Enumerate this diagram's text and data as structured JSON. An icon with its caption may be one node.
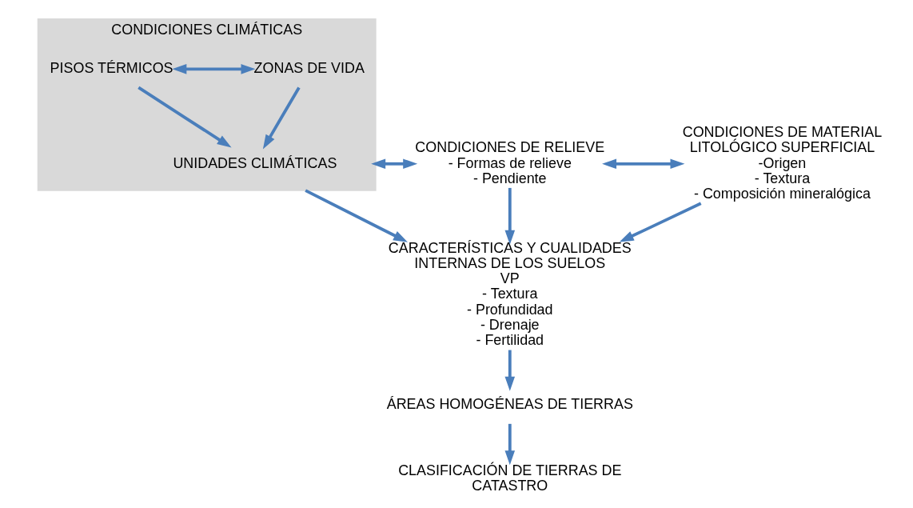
{
  "diagram": {
    "nodes": [
      {
        "text": [
          "CONDICIONES CLIMÁTICAS"
        ]
      },
      {
        "text": [
          "PISOS TÉRMICOS"
        ],
        "in": 0
      },
      {
        "text": [
          "ZONAS DE VIDA"
        ],
        "in": 0
      },
      {
        "text": [
          "UNIDADES CLIMÁTICAS"
        ],
        "in": 0
      },
      {
        "text": [
          "CONDICIONES DE RELIEVE",
          "- Formas de relieve",
          "- Pendiente"
        ]
      },
      {
        "text": [
          "CONDICIONES DE MATERIAL LITOLÓGICO SUPERFICIAL",
          "-Origen",
          "- Textura",
          "- Composición mineralógica"
        ]
      },
      {
        "text": [
          "CARACTERÍSTICAS Y CUALIDADES INTERNAS DE LOS SUELOS",
          "VP",
          "- Textura",
          "- Profundidad",
          "- Drenaje",
          "- Fertilidad"
        ]
      },
      {
        "text": [
          "ÁREAS HOMOGÉNEAS DE TIERRAS"
        ]
      },
      {
        "text": [
          "CLASIFICACIÓN DE TIERRAS DE CATASTRO"
        ]
      }
    ],
    "edges": [
      {
        "from": 1,
        "to": 2,
        "arrow": "both"
      },
      {
        "from": 1,
        "to": 3,
        "arrow": "to"
      },
      {
        "from": 2,
        "to": 3,
        "arrow": "to"
      },
      {
        "from": 0,
        "to": 4,
        "arrow": "both"
      },
      {
        "from": 4,
        "to": 5,
        "arrow": "both"
      },
      {
        "from": 0,
        "to": 6,
        "arrow": "to"
      },
      {
        "from": 4,
        "to": 6,
        "arrow": "to"
      },
      {
        "from": 5,
        "to": 6,
        "arrow": "to"
      },
      {
        "from": 6,
        "to": 7,
        "arrow": "to"
      },
      {
        "from": 7,
        "to": 8,
        "arrow": "to"
      }
    ]
  }
}
